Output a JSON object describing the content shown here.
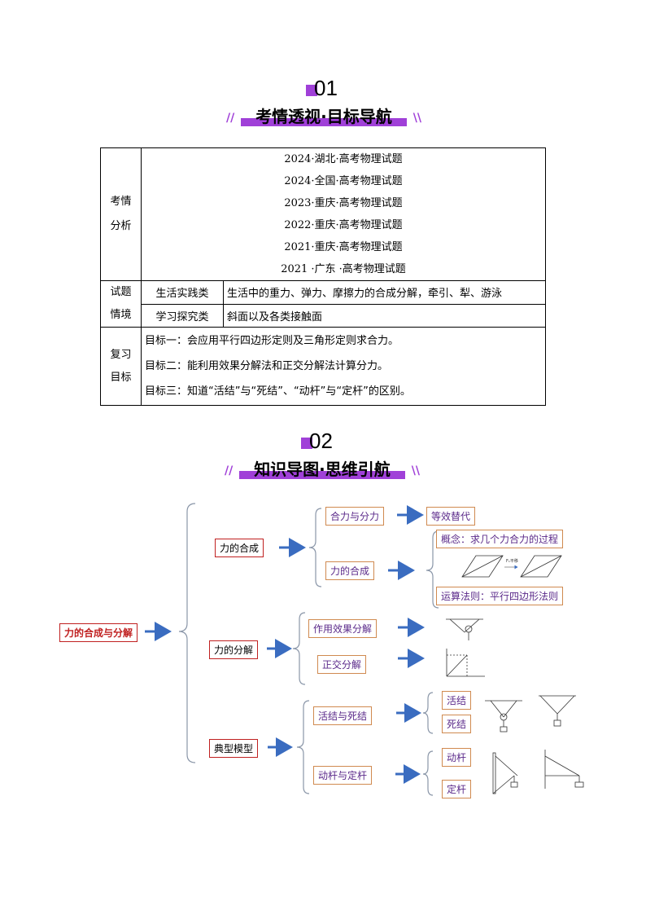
{
  "section1": {
    "number": "01",
    "title": "考情透视·目标导航",
    "slashes_left": "//",
    "slashes_right": "\\\\"
  },
  "table": {
    "analysis_label": "考情分析",
    "years": [
      "2024·湖北·高考物理试题",
      "2024·全国·高考物理试题",
      "2023·重庆·高考物理试题",
      "2022·重庆·高考物理试题",
      "2021·重庆·高考物理试题",
      "2021 ·广东 ·高考物理试题"
    ],
    "context_label": "试题情境",
    "contexts": [
      {
        "type": "生活实践类",
        "desc": "生活中的重力、弹力、摩擦力的合成分解，牵引、犁、游泳"
      },
      {
        "type": "学习探究类",
        "desc": "斜面以及各类接触面"
      }
    ],
    "review_label": "复习目标",
    "goals": [
      "目标一：会应用平行四边形定则及三角形定则求合力。",
      "目标二：能利用效果分解法和正交分解法计算分力。",
      "目标三：知道“活结”与“死结”、“动杆”与“定杆”的区别。"
    ]
  },
  "section2": {
    "number": "02",
    "title": "知识导图·思维引航",
    "slashes_left": "//",
    "slashes_right": "\\\\"
  },
  "mindmap": {
    "root": "力的合成与分解",
    "composition": "力的合成",
    "resultant": "合力与分力",
    "equivalent": "等效替代",
    "composition_sub": "力的合成",
    "concept": "概念：求几个力合力的过程",
    "rule": "运算法则：平行四边形法则",
    "parallel_caption": "F₁平移",
    "decomposition": "力的分解",
    "effect": "作用效果分解",
    "orthogonal": "正交分解",
    "models": "典型模型",
    "knots": "活结与死结",
    "live_knot": "活结",
    "dead_knot": "死结",
    "rods": "动杆与定杆",
    "moving_rod": "动杆",
    "fixed_rod": "定杆"
  }
}
